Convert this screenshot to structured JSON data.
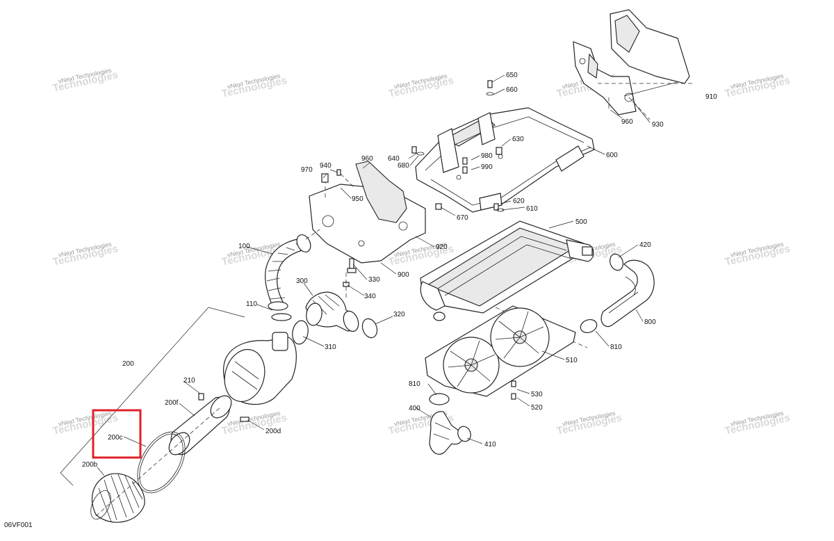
{
  "diagram": {
    "drawing_code": "06VF001",
    "watermark": {
      "line1": "vNext",
      "line2": "Technologies",
      "line3": "vNext Technologies"
    },
    "labels": {
      "p100": "100",
      "p110": "110",
      "p200": "200",
      "p200b": "200b",
      "p200c": "200c",
      "p200d": "200d",
      "p200f": "200f",
      "p210": "210",
      "p300": "300",
      "p310": "310",
      "p320": "320",
      "p330": "330",
      "p340": "340",
      "p400": "400",
      "p410": "410",
      "p420": "420",
      "p500": "500",
      "p510": "510",
      "p520": "520",
      "p530": "530",
      "p600": "600",
      "p610": "610",
      "p620": "620",
      "p630": "630",
      "p640": "640",
      "p650": "650",
      "p660": "660",
      "p670": "670",
      "p680": "680",
      "p800": "800",
      "p810a": "810",
      "p810b": "810",
      "p900": "900",
      "p910": "910",
      "p920": "920",
      "p930": "930",
      "p940": "940",
      "p950": "950",
      "p960a": "960",
      "p960b": "960",
      "p970": "970",
      "p980": "980",
      "p990": "990"
    },
    "highlight": {
      "target": "200c",
      "color": "#e0202a"
    }
  }
}
